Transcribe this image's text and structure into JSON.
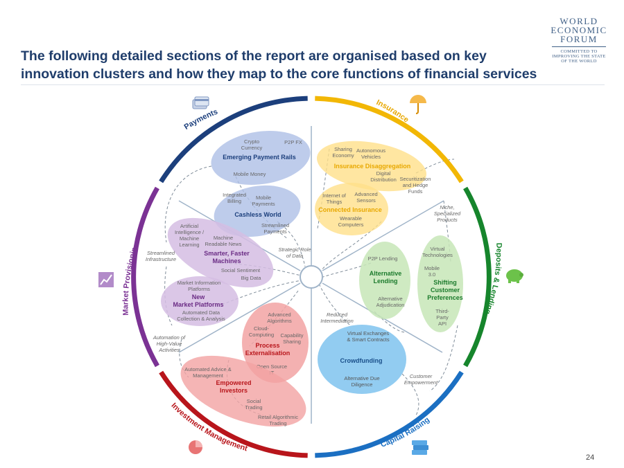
{
  "header": {
    "title": "The following detailed sections of the report are organised based on key innovation clusters and how they map to the core functions of financial services",
    "logo": {
      "words": [
        "WORLD",
        "ECONOMIC",
        "FORUM"
      ],
      "tagline": [
        "COMMITTED TO",
        "IMPROVING THE STATE",
        "OF THE WORLD"
      ]
    }
  },
  "functions": [
    {
      "key": "payments",
      "label": "Payments",
      "color": "#1c3f7c",
      "icon": "credit-card-icon"
    },
    {
      "key": "insurance",
      "label": "Insurance",
      "color": "#f2b705",
      "icon": "umbrella-icon"
    },
    {
      "key": "deposits",
      "label": "Deposits & Lending",
      "color": "#16852c",
      "icon": "piggy-bank-icon"
    },
    {
      "key": "capital",
      "label": "Capital Raising",
      "color": "#1b6fc2",
      "icon": "money-stack-icon"
    },
    {
      "key": "investment",
      "label": "Investment Management",
      "color": "#b8151b",
      "icon": "pie-chart-icon"
    },
    {
      "key": "market",
      "label": "Market Provisioning",
      "color": "#7b3294",
      "icon": "line-chart-icon"
    }
  ],
  "clusters": [
    {
      "name": "Emerging Payment Rails",
      "color": "#1c3f7c",
      "items": [
        "Crypto Currency",
        "P2P FX",
        "Mobile Money"
      ]
    },
    {
      "name": "Cashless World",
      "color": "#1c3f7c",
      "items": [
        "Integrated Billing",
        "Mobile Payments",
        "Streamlined Payments"
      ]
    },
    {
      "name": "Insurance Disaggregation",
      "color": "#e8a800",
      "items": [
        "Sharing Economy",
        "Autonomous Vehicles",
        "Digital Distribution",
        "Securitization and Hedge Funds"
      ]
    },
    {
      "name": "Connected Insurance",
      "color": "#e8a800",
      "items": [
        "Internet of Things",
        "Advanced Sensors",
        "Wearable Computers"
      ]
    },
    {
      "name": "Alternative Lending",
      "color": "#1a7a2b",
      "items": [
        "P2P Lending",
        "Alternative Adjudication"
      ]
    },
    {
      "name": "Shifting Customer Preferences",
      "color": "#1a7a2b",
      "items": [
        "Virtual Technologies",
        "Mobile 3.0",
        "Third-Party API"
      ]
    },
    {
      "name": "Crowdfunding",
      "color": "#1a4f8a",
      "items": [
        "Virtual Exchanges & Smart Contracts",
        "Alternative Due Diligence"
      ]
    },
    {
      "name": "Process Externalisation",
      "color": "#b8151b",
      "items": [
        "Advanced Algorithms",
        "Cloud-Computing",
        "Capability Sharing",
        "Open Source IT"
      ]
    },
    {
      "name": "Empowered Investors",
      "color": "#b8151b",
      "items": [
        "Automated Advice & Management",
        "Social Trading",
        "Retail Algorithmic Trading"
      ]
    },
    {
      "name": "Smarter, Faster Machines",
      "color": "#6a2b84",
      "items": [
        "Artificial Intelligence / Machine Learning",
        "Machine Readable News",
        "Social Sentiment",
        "Big Data"
      ]
    },
    {
      "name": "New Market Platforms",
      "color": "#6a2b84",
      "items": [
        "Market Information Platforms",
        "Automated Data Collection & Analysis"
      ]
    }
  ],
  "themes": [
    "Niche, Specialized Products",
    "Streamlined Infrastructure",
    "Strategic Role of Data",
    "Reduced Intermediation",
    "Automation of High-Value Activities",
    "Customer Empowerment"
  ],
  "page_number": "24"
}
